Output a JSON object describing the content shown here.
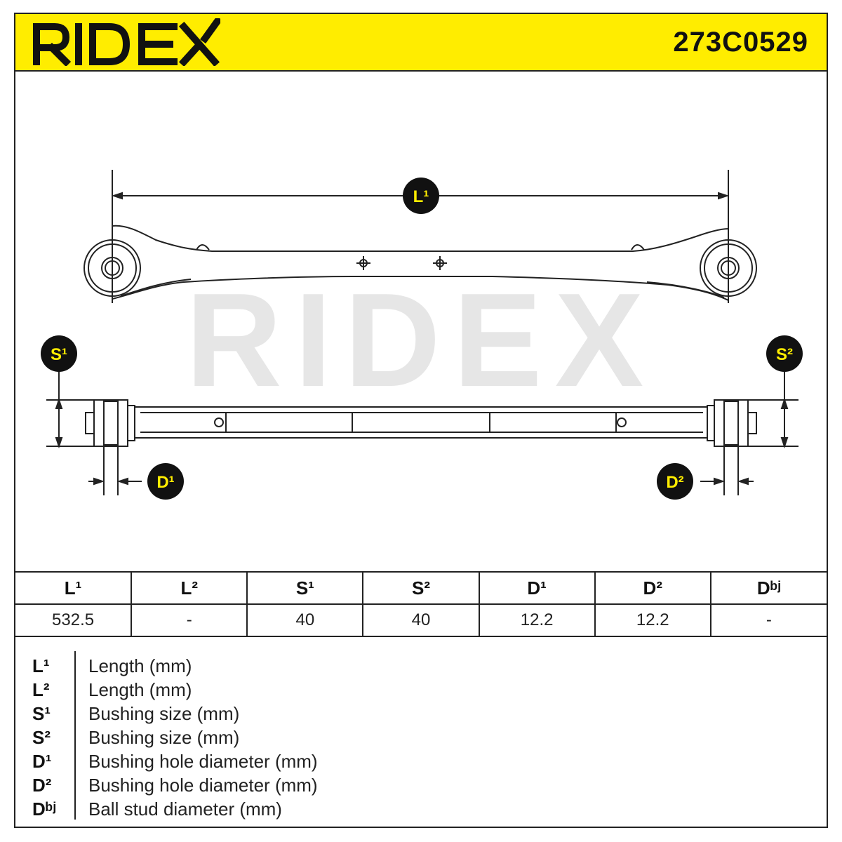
{
  "header": {
    "brand": "RIDEX",
    "part_number": "273C0529"
  },
  "drawing": {
    "watermark": "RIDEX",
    "callouts": {
      "l1": "L¹",
      "s1": "S¹",
      "s2": "S²",
      "d1": "D¹",
      "d2": "D²"
    }
  },
  "colors": {
    "accent": "#ffed00",
    "line": "#222222",
    "watermark": "#e6e6e6"
  },
  "specs": {
    "headers": [
      "L¹",
      "L²",
      "S¹",
      "S²",
      "D¹",
      "D²",
      "Dᵇʲ"
    ],
    "values": [
      "532.5",
      "-",
      "40",
      "40",
      "12.2",
      "12.2",
      "-"
    ]
  },
  "legend": [
    {
      "key": "L¹",
      "desc": "Length (mm)"
    },
    {
      "key": "L²",
      "desc": "Length (mm)"
    },
    {
      "key": "S¹",
      "desc": "Bushing size (mm)"
    },
    {
      "key": "S²",
      "desc": "Bushing size (mm)"
    },
    {
      "key": "D¹",
      "desc": "Bushing hole diameter (mm)"
    },
    {
      "key": "D²",
      "desc": "Bushing hole diameter (mm)"
    },
    {
      "key": "Dᵇʲ",
      "desc": "Ball stud diameter (mm)"
    }
  ]
}
